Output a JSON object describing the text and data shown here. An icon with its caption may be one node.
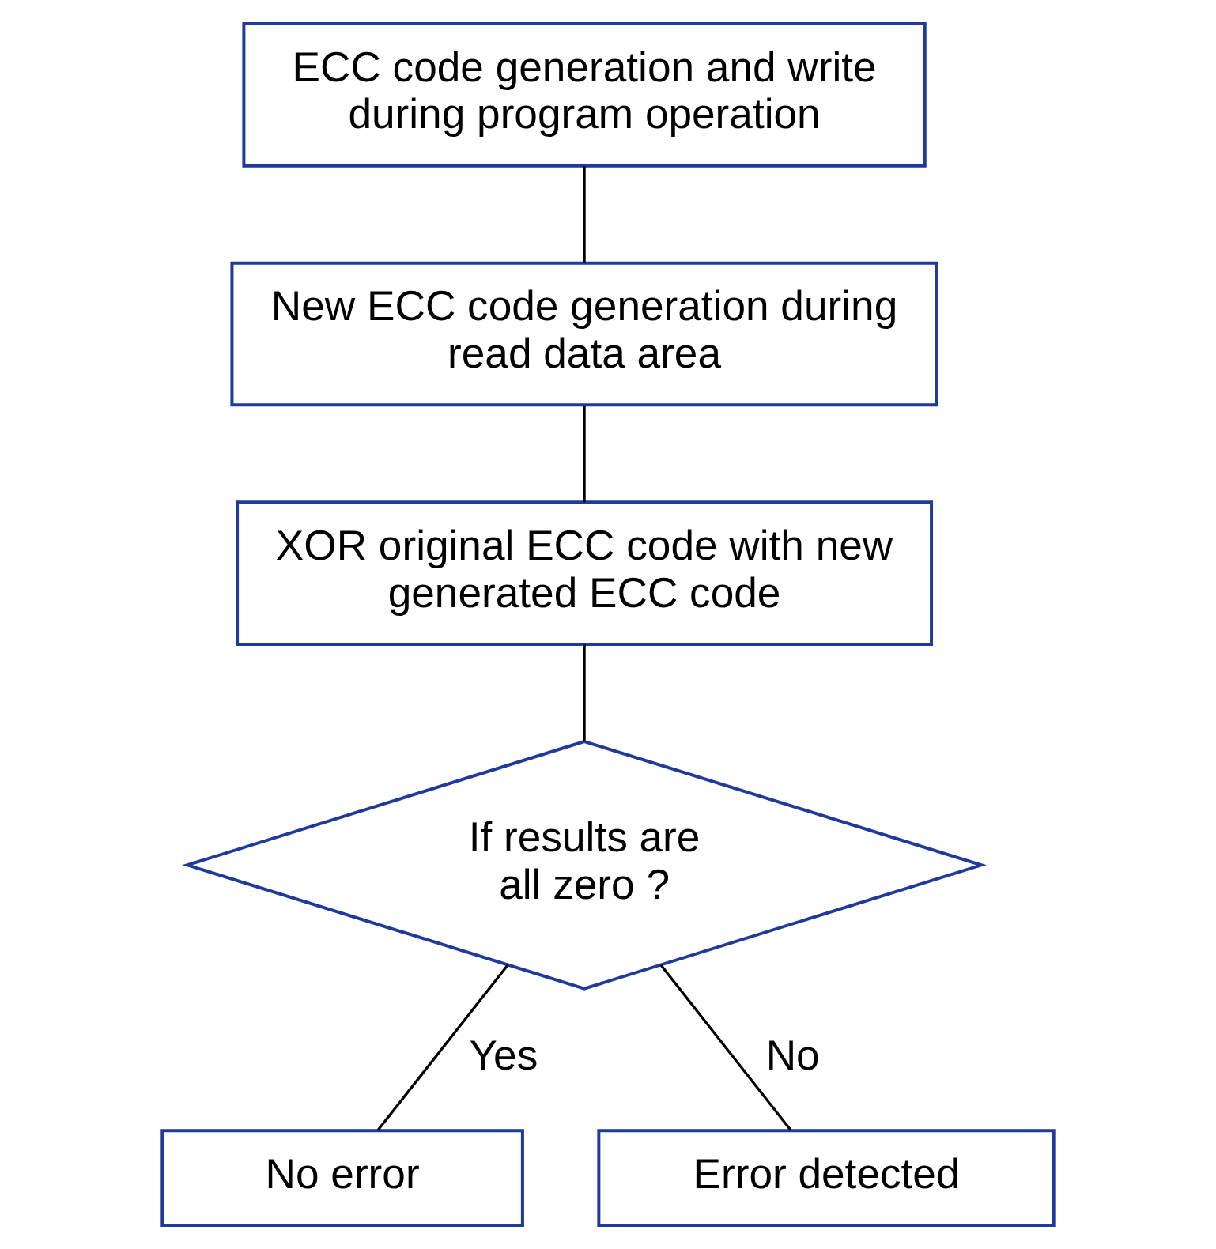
{
  "diagram": {
    "nodes": [
      {
        "text": [
          "ECC code generation and write during program operation"
        ]
      },
      {
        "text": [
          "New ECC code generation during read data area"
        ]
      },
      {
        "text": [
          "XOR original ECC code with new generated ECC code"
        ]
      },
      {
        "text": [
          "If results are all zero ?"
        ]
      },
      {
        "text": [
          "No error"
        ]
      },
      {
        "text": [
          "Error detected"
        ]
      }
    ],
    "edges": [
      {
        "from": 0,
        "to": 1,
        "arrow": "none"
      },
      {
        "from": 1,
        "to": 2,
        "arrow": "none"
      },
      {
        "from": 2,
        "to": 3,
        "arrow": "none"
      },
      {
        "from": 3,
        "to": 4,
        "arrow": "none",
        "label": "Yes"
      },
      {
        "from": 3,
        "to": 5,
        "arrow": "none",
        "label": "No"
      }
    ]
  }
}
